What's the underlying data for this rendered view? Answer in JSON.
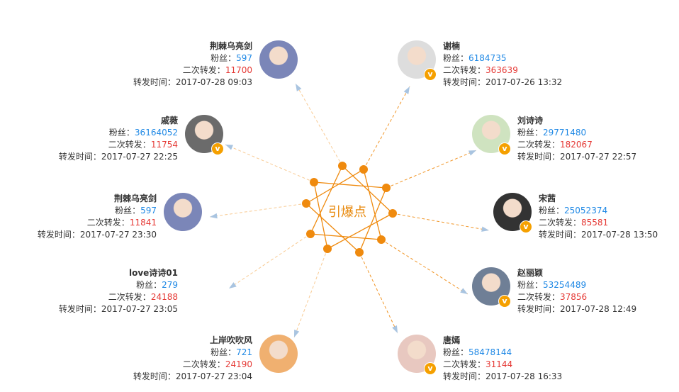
{
  "center_label": "引爆点",
  "labels": {
    "fans": "粉丝：",
    "repost": "二次转发：",
    "time": "转发时间："
  },
  "colors": {
    "accent": "#ef8a0e",
    "fans": "#1e88e5",
    "repost": "#e53935"
  },
  "users": [
    {
      "name": "荆棘乌亮剑",
      "fans": "597",
      "repost": "11700",
      "time": "2017-07-28 09:03",
      "verified": false,
      "side": "left"
    },
    {
      "name": "戚薇",
      "fans": "36164052",
      "repost": "11754",
      "time": "2017-07-27 22:25",
      "verified": true,
      "side": "left"
    },
    {
      "name": "荆棘乌亮剑",
      "fans": "597",
      "repost": "11841",
      "time": "2017-07-27 23:30",
      "verified": false,
      "side": "left"
    },
    {
      "name": "love诗诗01",
      "fans": "279",
      "repost": "24188",
      "time": "2017-07-27 23:05",
      "verified": false,
      "side": "left"
    },
    {
      "name": "上岸吹吹风",
      "fans": "721",
      "repost": "24190",
      "time": "2017-07-27 23:04",
      "verified": false,
      "side": "left"
    },
    {
      "name": "谢楠",
      "fans": "6184735",
      "repost": "363639",
      "time": "2017-07-26 13:32",
      "verified": true,
      "side": "right"
    },
    {
      "name": "刘诗诗",
      "fans": "29771480",
      "repost": "182067",
      "time": "2017-07-27 22:57",
      "verified": true,
      "side": "right"
    },
    {
      "name": "宋茜",
      "fans": "25052374",
      "repost": "85581",
      "time": "2017-07-28 13:50",
      "verified": true,
      "side": "right"
    },
    {
      "name": "赵丽颖",
      "fans": "53254489",
      "repost": "37856",
      "time": "2017-07-28 12:49",
      "verified": true,
      "side": "right"
    },
    {
      "name": "唐嫣",
      "fans": "58478144",
      "repost": "31144",
      "time": "2017-07-28 16:33",
      "verified": true,
      "side": "right"
    }
  ]
}
